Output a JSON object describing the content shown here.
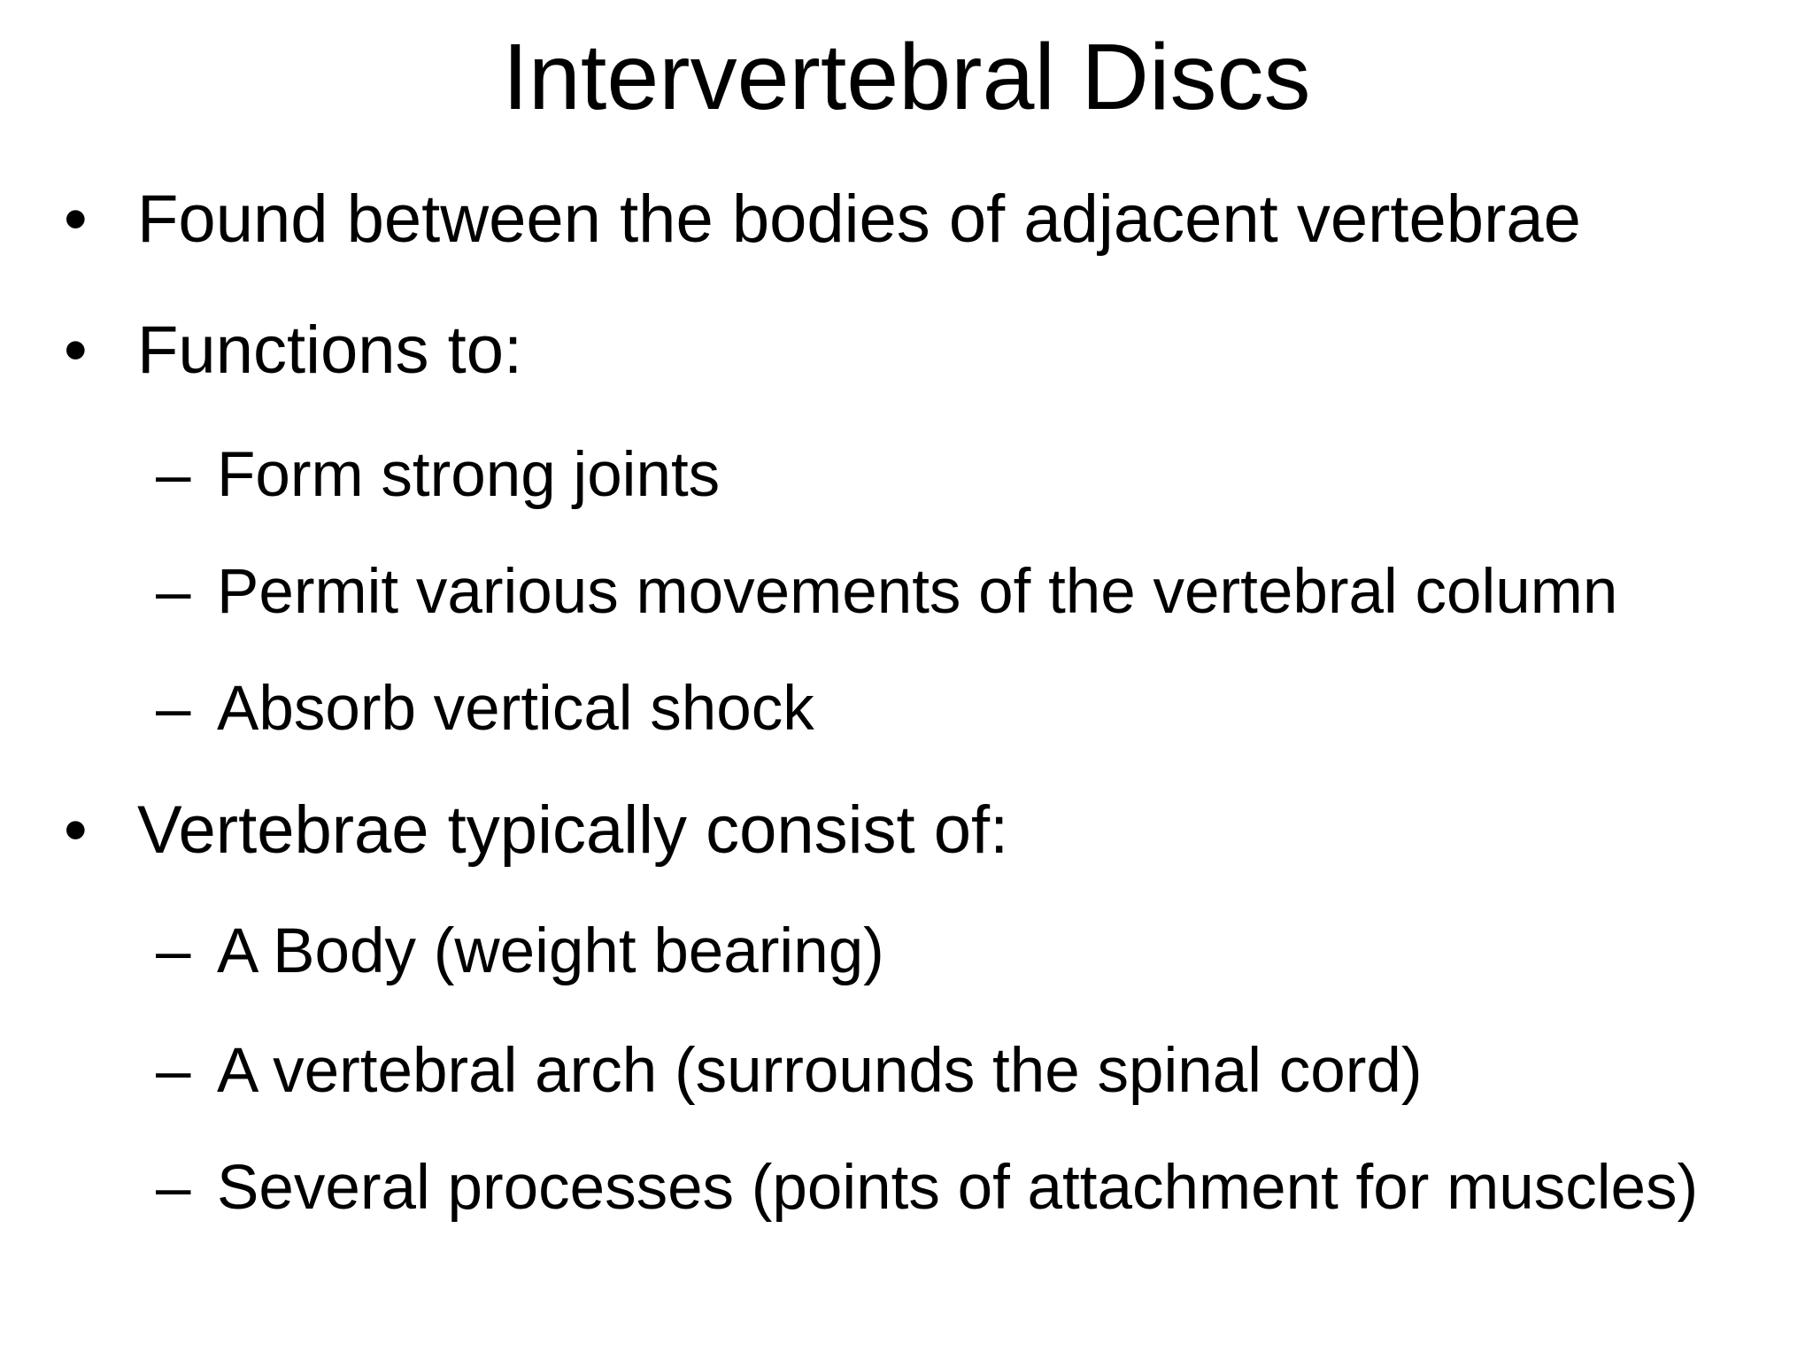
{
  "slide": {
    "title": "Intervertebral Discs",
    "bullets": [
      {
        "level": 1,
        "marker": "•",
        "text": "Found between the bodies of adjacent vertebrae"
      },
      {
        "level": 1,
        "marker": "•",
        "text": "Functions to:"
      },
      {
        "level": 2,
        "marker": "–",
        "text": "Form strong joints"
      },
      {
        "level": 2,
        "marker": "–",
        "text": "Permit various movements of the vertebral column"
      },
      {
        "level": 2,
        "marker": "–",
        "text": "Absorb vertical shock"
      },
      {
        "level": 1,
        "marker": "•",
        "text": "Vertebrae typically consist of:"
      },
      {
        "level": 2,
        "marker": "–",
        "text": "A Body (weight bearing)"
      },
      {
        "level": 2,
        "marker": "–",
        "text": "A vertebral arch (surrounds the spinal cord)"
      },
      {
        "level": 2,
        "marker": "–",
        "text": "Several processes (points of attachment for muscles)"
      }
    ]
  },
  "colors": {
    "background": "#ffffff",
    "text": "#000000"
  }
}
